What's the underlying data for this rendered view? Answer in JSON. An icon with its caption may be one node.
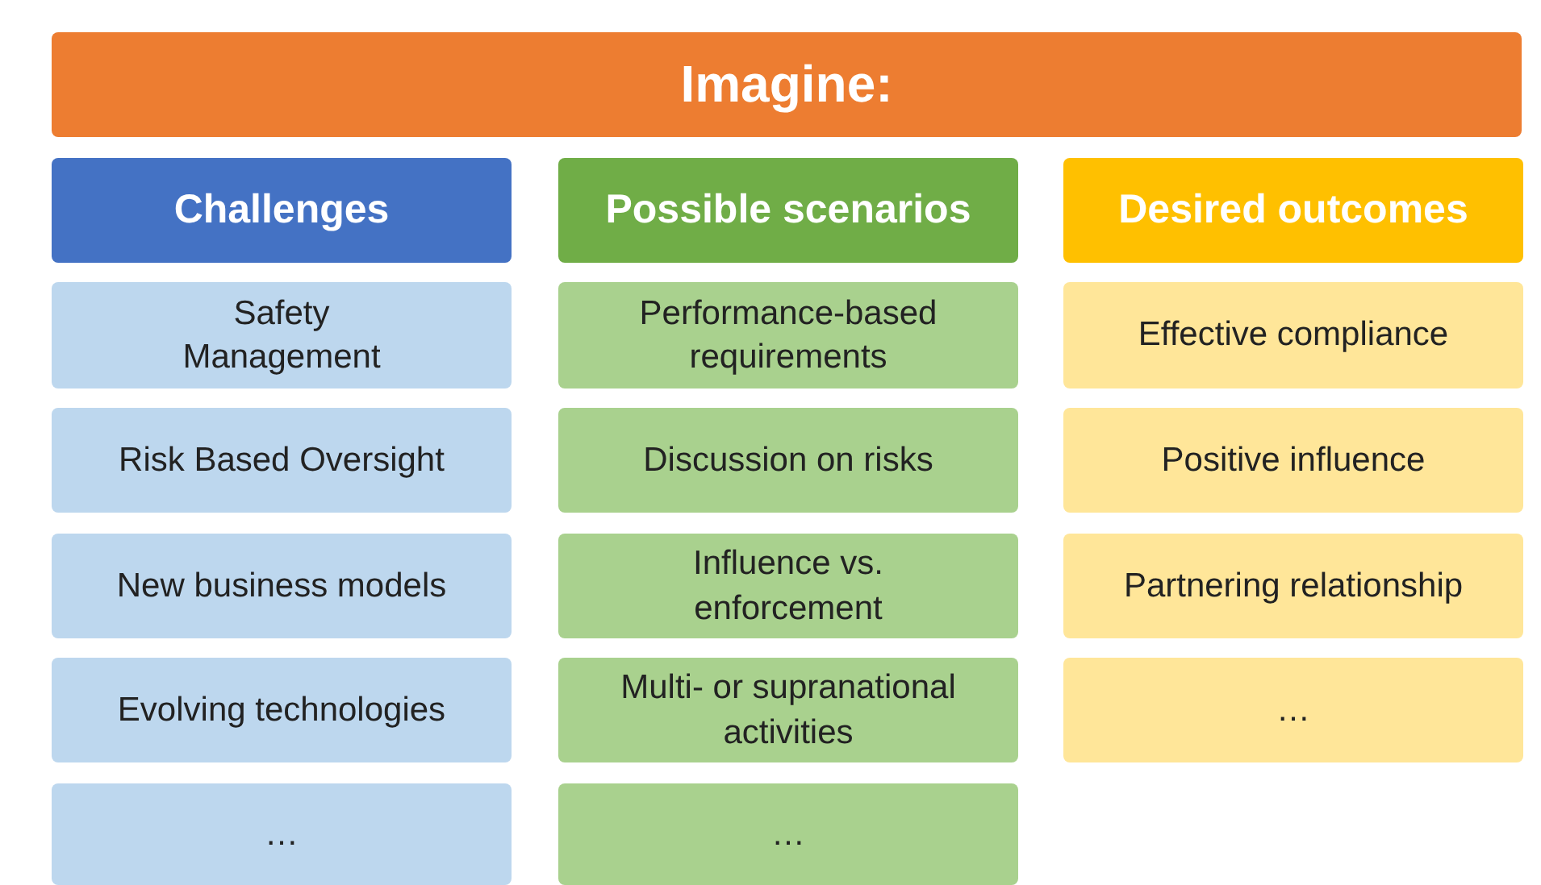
{
  "diagram": {
    "nodes": [
      {
        "text": [
          "Imagine:"
        ]
      },
      {
        "text": [
          "Challenges"
        ]
      },
      {
        "text": [
          "Safety Management"
        ]
      },
      {
        "text": [
          "Risk Based Oversight"
        ]
      },
      {
        "text": [
          "New business models"
        ]
      },
      {
        "text": [
          "Evolving technologies"
        ]
      },
      {
        "text": [
          "…"
        ]
      },
      {
        "text": [
          "Possible scenarios"
        ]
      },
      {
        "text": [
          "Performance-based requirements"
        ]
      },
      {
        "text": [
          "Discussion on risks"
        ]
      },
      {
        "text": [
          "Influence vs. enforcement"
        ]
      },
      {
        "text": [
          "Multi- or supranational activities"
        ]
      },
      {
        "text": [
          "…"
        ]
      },
      {
        "text": [
          "Desired outcomes"
        ]
      },
      {
        "text": [
          "Effective compliance"
        ]
      },
      {
        "text": [
          "Positive influence"
        ]
      },
      {
        "text": [
          "Partnering relationship"
        ]
      },
      {
        "text": [
          "…"
        ]
      }
    ]
  }
}
